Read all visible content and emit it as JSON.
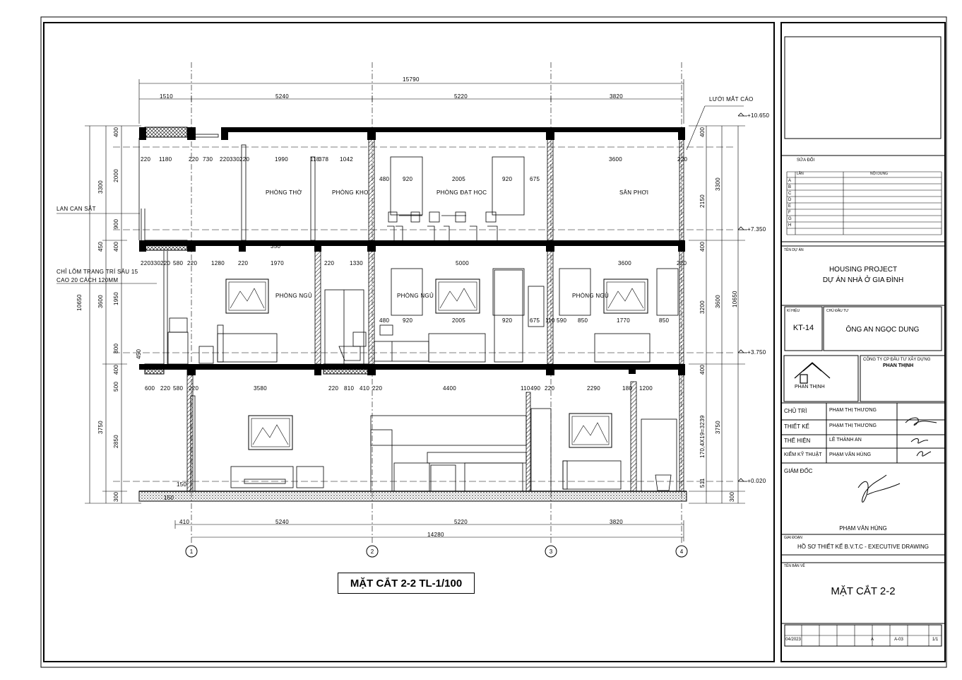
{
  "drawing": {
    "title": "MẶT CẮT 2-2 TL-1/100",
    "overall_dims": {
      "top": "15790",
      "bottom": "14280"
    },
    "top_dims": [
      "1510",
      "5240",
      "5220",
      "3820"
    ],
    "bottom_dims": [
      "410",
      "5240",
      "5220",
      "3820"
    ],
    "floor_marks": [
      "+10.650",
      "+7.350",
      "+3.750",
      "+0.020"
    ],
    "left_total": "10650",
    "right_total": "10650",
    "left_dims": [
      "400",
      "3300",
      "2000",
      "900",
      "450",
      "400",
      "3600",
      "1950",
      "800",
      "450",
      "400",
      "500",
      "3750",
      "2850",
      "300"
    ],
    "right_dims": [
      "400",
      "3300",
      "2150",
      "400",
      "3600",
      "3200",
      "400",
      "3750",
      "170,4X19=3239",
      "511",
      "300"
    ],
    "labels": {
      "mesh": "LƯỚI MẮT CÁO",
      "railing": "LAN CAN SẮT",
      "niche": "CHỈ LÕM TRANG TRÍ SÂU 15",
      "niche2": "CAO 20 CÁCH 120MM",
      "worship": "PHÒNG THỜ",
      "storage": "PHÒNG KHO",
      "study": "PHÒNG ĐẠT HỌC",
      "drying": "SÂN PHƠI",
      "bed1": "PHÒNG NGỦ",
      "bed2": "PHÒNG NGỦ",
      "bed3": "PHÒNG NGỦ"
    },
    "row3_dims": [
      "220",
      "1180",
      "220",
      "730",
      "220",
      "330",
      "220",
      "1990",
      "118",
      "378",
      "1042",
      "480",
      "920",
      "2005",
      "920",
      "675",
      "3600",
      "220"
    ],
    "row2_dims": [
      "220",
      "330",
      "220",
      "580",
      "220",
      "1280",
      "220",
      "1970",
      "220",
      "1330",
      "5000",
      "3600",
      "480",
      "920",
      "2005",
      "920",
      "675",
      "110",
      "590",
      "850",
      "1770",
      "850"
    ],
    "row1_dims": [
      "600",
      "220",
      "580",
      "220",
      "3580",
      "220",
      "810",
      "410",
      "220",
      "4400",
      "110",
      "490",
      "220",
      "2290",
      "180",
      "1200"
    ],
    "small_dims": [
      "150",
      "150",
      "350",
      "220",
      "480"
    ]
  },
  "title_block": {
    "rev_header": "SỬA ĐỔI",
    "rev_cols": [
      "LẦN",
      "NỘI DUNG"
    ],
    "rev_rows": [
      "A",
      "B",
      "C",
      "D",
      "E",
      "F",
      "G",
      "H"
    ],
    "project_label": "TÊN DỰ ÁN",
    "project_en": "HOUSING PROJECT",
    "project_vi": "DỰ ÁN NHÀ Ở GIA ĐÌNH",
    "code_label": "KÍ HIỆU",
    "code": "KT-14",
    "owner_label": "CHỦ ĐẦU TƯ",
    "owner": "ÔNG AN NGỌC DUNG",
    "company_name": "CÔNG TY CP ĐẦU TƯ XÂY DỰNG",
    "company_brand": "PHAN THỊNH",
    "logo_text": "PHAN THỊNH",
    "roles": [
      {
        "role": "CHỦ TRÌ",
        "name": "PHẠM THỊ THƯƠNG"
      },
      {
        "role": "THIẾT KẾ",
        "name": "PHẠM THỊ THƯƠNG"
      },
      {
        "role": "THỂ HIỆN",
        "name": "LÊ THÀNH AN"
      },
      {
        "role": "KIỂM KỸ THUẬT",
        "name": "PHẠM VĂN HÙNG"
      }
    ],
    "director_label": "GIÁM ĐỐC",
    "director_name": "PHẠM VĂN HÙNG",
    "stage_label": "GIAI ĐOẠN",
    "stage": "HỒ SƠ THIẾT KẾ B.V.T.C - EXECUTIVE DRAWING",
    "sheet_label": "TÊN BẢN VẼ",
    "sheet_title": "MẶT CẮT 2-2",
    "bottom_values": [
      "04/2023",
      "",
      "",
      "",
      "A",
      "A-03",
      "",
      "1/1"
    ]
  }
}
